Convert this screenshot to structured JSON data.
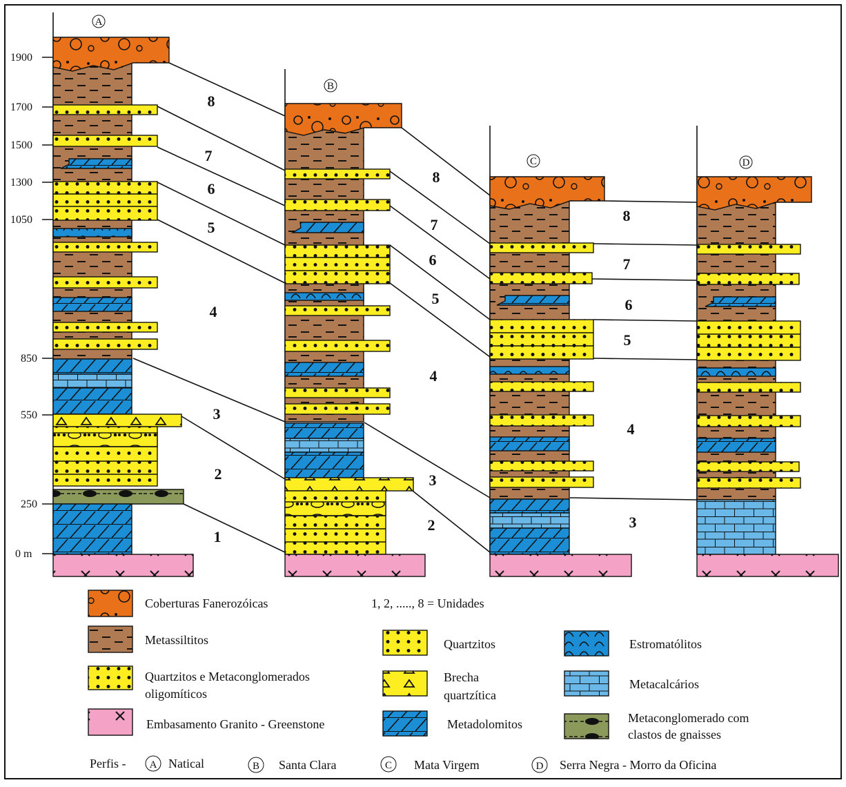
{
  "colors": {
    "cover": "#e8711a",
    "siltite": "#b07a52",
    "quartzite": "#fcee21",
    "dolomite": "#1b8ed6",
    "limestone": "#69b8e8",
    "basement": "#f4a3c6",
    "metaconglomerate": "#8b9a5b"
  },
  "scale_labels": [
    "1900",
    "1700",
    "1500",
    "1300",
    "1050",
    "850",
    "550",
    "250",
    "0 m"
  ],
  "profile_markers": [
    "A",
    "B",
    "C",
    "D"
  ],
  "unit_numbers": {
    "A": [
      "8",
      "7",
      "6",
      "5",
      "4",
      "3",
      "2",
      "1"
    ],
    "B": [
      "8",
      "7",
      "6",
      "5",
      "4",
      "3",
      "2"
    ],
    "C": [
      "8",
      "7",
      "6",
      "5",
      "4",
      "3"
    ]
  },
  "legend": {
    "cover": "Coberturas Fanerozóicas",
    "units_note": "1, 2, ....., 8 = Unidades",
    "siltite": "Metassiltitos",
    "quartzite": "Quartzitos",
    "stromatolite": "Estromatólitos",
    "qz_conglomerate": [
      "Quartzitos e Metaconglomerados",
      "oligomíticos"
    ],
    "breccia": [
      "Brecha",
      "quartzítica"
    ],
    "limestone": "Metacalcários",
    "basement": "Embasamento Granito - Greenstone",
    "dolomite": "Metadolomitos",
    "metaconglomerate": [
      "Metaconglomerado com",
      "clastos de gnaisses"
    ]
  },
  "profiles_footer": {
    "label": "Perfis -",
    "items": [
      {
        "key": "A",
        "name": "Natical"
      },
      {
        "key": "B",
        "name": "Santa Clara"
      },
      {
        "key": "C",
        "name": "Mata Virgem"
      },
      {
        "key": "D",
        "name": "Serra Negra - Morro da Oficina"
      }
    ]
  }
}
